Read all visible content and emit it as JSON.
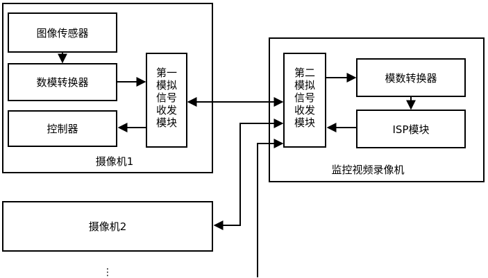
{
  "camera1": {
    "title": "摄像机1",
    "image_sensor": "图像传感器",
    "dac": "数模转换器",
    "controller": "控制器",
    "tx_module": [
      "第",
      "一",
      "模",
      "拟",
      "信",
      "号",
      "收",
      "发",
      "模",
      "块"
    ]
  },
  "nvr": {
    "title": "监控视频录像机",
    "adc": "模数转换器",
    "isp": "ISP模块",
    "rx_module": [
      "第",
      "二",
      "模",
      "拟",
      "信",
      "号",
      "收",
      "发",
      "模",
      "块"
    ]
  },
  "camera2": {
    "title": "摄像机2"
  },
  "more_indicator": "⋮"
}
